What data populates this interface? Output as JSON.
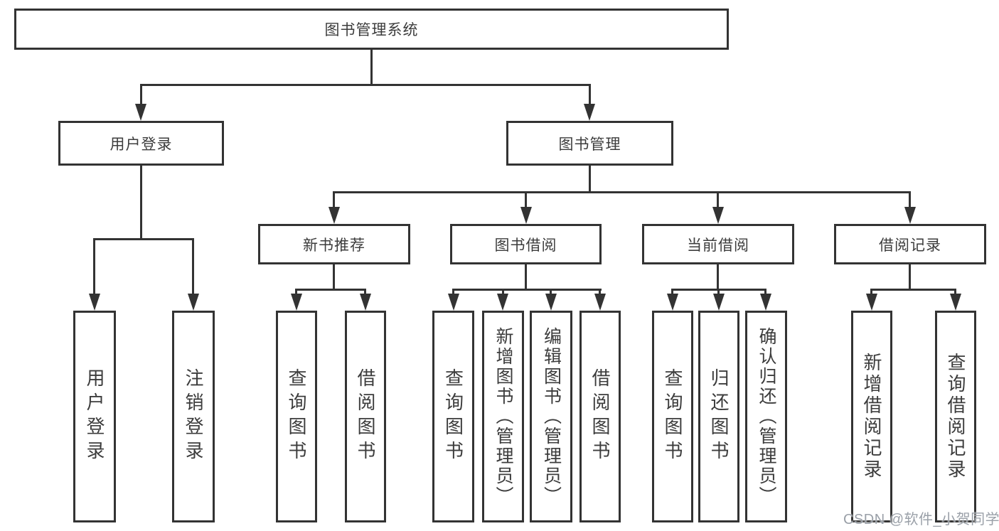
{
  "diagram": {
    "root": {
      "label": "图书管理系统"
    },
    "level2": [
      {
        "label": "用户登录"
      },
      {
        "label": "图书管理"
      }
    ],
    "level3": [
      {
        "label": "新书推荐"
      },
      {
        "label": "图书借阅"
      },
      {
        "label": "当前借阅"
      },
      {
        "label": "借阅记录"
      }
    ],
    "children": {
      "user_login": [
        "用户登录",
        "注销登录"
      ],
      "new_book": [
        "查询图书",
        "借阅图书"
      ],
      "book_borrow": [
        "查询图书",
        "新增图书（管理员）",
        "编辑图书（管理员）",
        "借阅图书"
      ],
      "current_borrow": [
        "查询图书",
        "归还图书",
        "确认归还（管理员）"
      ],
      "borrow_records": [
        "新增借阅记录",
        "查询借阅记录"
      ]
    }
  },
  "watermark": {
    "text": "CSDN @软件_小贺同学"
  },
  "colors": {
    "line": "#333333",
    "text": "#3c3c3c",
    "background": "#ffffff",
    "watermark": "#9aa0a8"
  }
}
